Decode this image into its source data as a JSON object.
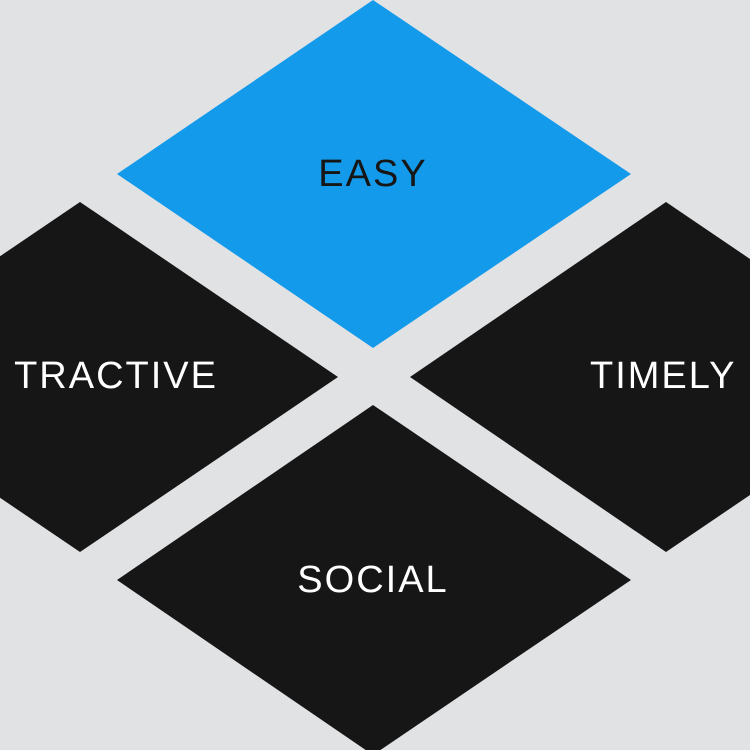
{
  "colors": {
    "background": "#e1e2e4",
    "highlight": "#149aea",
    "dark": "#161616",
    "text_dark": "#161616",
    "text_light": "#ffffff"
  },
  "diamonds": {
    "top": {
      "label": "EASY",
      "highlighted": true
    },
    "left": {
      "label": "TRACTIVE",
      "highlighted": false
    },
    "right": {
      "label": "TIMELY",
      "highlighted": false
    },
    "bottom": {
      "label": "SOCIAL",
      "highlighted": false
    }
  }
}
